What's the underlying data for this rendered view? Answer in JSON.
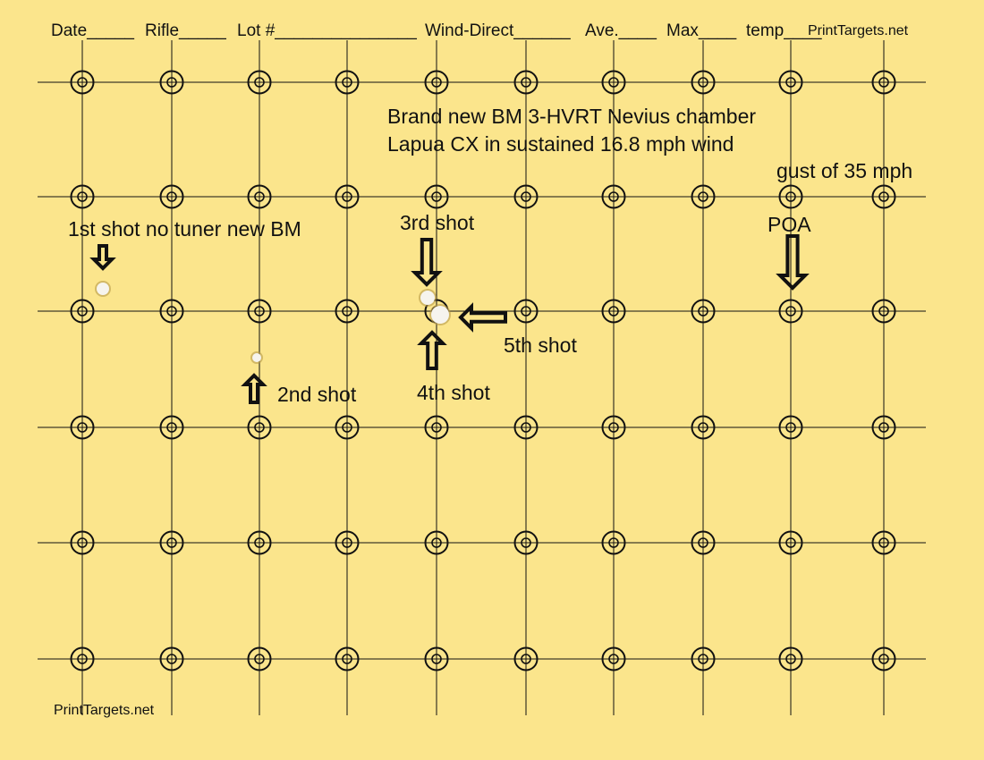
{
  "header": {
    "date": "Date_____",
    "rifle": "Rifle_____",
    "lot": "Lot #_______________",
    "wind": "Wind-Direct______",
    "ave": "Ave.____",
    "max": "Max____",
    "temp": "temp____",
    "brand": "PrintTargets.net"
  },
  "footer_brand": "PrintTargets.net",
  "annotations": {
    "title_line1": "Brand new BM 3-HVRT Nevius chamber",
    "title_line2": "Lapua CX in sustained 16.8 mph wind",
    "gust": "gust of 35 mph",
    "shot1": "1st shot no tuner new BM",
    "shot2": "2nd shot",
    "shot3": "3rd shot",
    "shot4": "4th shot",
    "shot5": "5th shot",
    "poa": "POA"
  },
  "grid": {
    "columns": 10,
    "rows": 6
  },
  "colors": {
    "paper": "#fbe58c",
    "ink": "#111111"
  }
}
